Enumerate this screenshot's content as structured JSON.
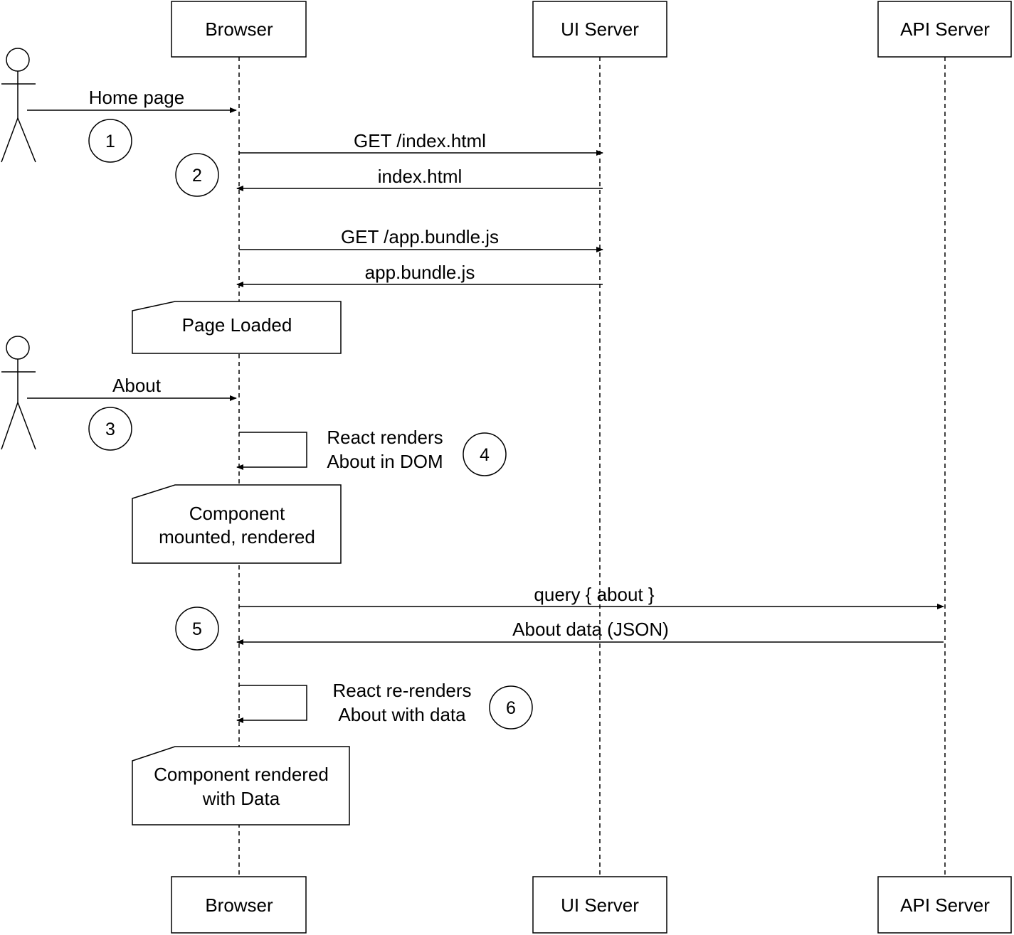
{
  "participants": [
    "Browser",
    "UI Server",
    "API Server"
  ],
  "messages": {
    "home_page": "Home page",
    "get_index": "GET /index.html",
    "index_html": "index.html",
    "get_bundle": "GET /app.bundle.js",
    "bundle": "app.bundle.js",
    "about": "About",
    "query_about": "query { about }",
    "about_data": "About data (JSON)"
  },
  "self_calls": {
    "react_renders": [
      "React renders",
      "About in DOM"
    ],
    "react_rerenders": [
      "React re-renders",
      "About with data"
    ]
  },
  "notes": {
    "page_loaded": [
      "Page Loaded"
    ],
    "component_mounted": [
      "Component",
      "mounted, rendered"
    ],
    "component_rendered": [
      "Component rendered",
      "with Data"
    ]
  },
  "steps": [
    "1",
    "2",
    "3",
    "4",
    "5",
    "6"
  ]
}
